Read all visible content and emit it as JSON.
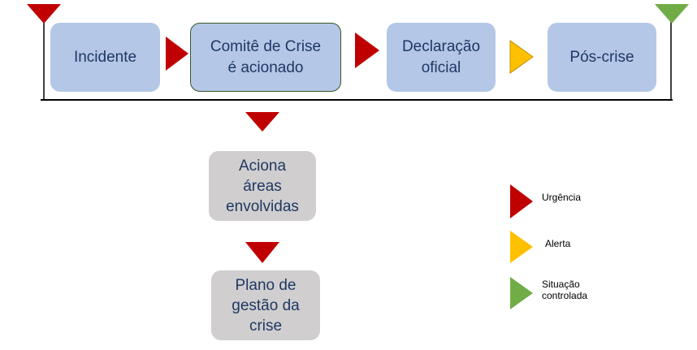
{
  "flow": {
    "steps": [
      {
        "label": "Incidente"
      },
      {
        "label": "Comitê de Crise\né acionado"
      },
      {
        "label": "Declaração\noficial"
      },
      {
        "label": "Pós-crise"
      }
    ],
    "branch": [
      {
        "label": "Aciona\náreas\nenvolvidas"
      },
      {
        "label": "Plano de\ngestão da\ncrise"
      }
    ]
  },
  "legend": [
    {
      "label": "Urgência",
      "color": "#c00000"
    },
    {
      "label": "Alerta",
      "color": "#ffc000"
    },
    {
      "label": "Situação\ncontrolada",
      "color": "#70ad47"
    }
  ],
  "colors": {
    "urgent": "#c00000",
    "alert": "#ffc000",
    "controlled": "#70ad47",
    "timeline_line": "#000000",
    "text": "#1f3864"
  }
}
